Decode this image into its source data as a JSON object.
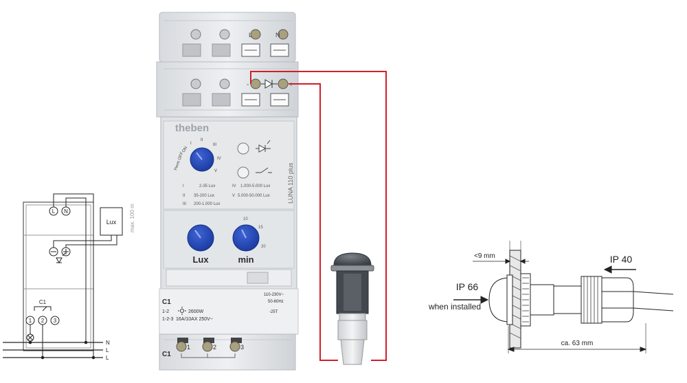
{
  "wiring_diagram": {
    "terminal_L": "L",
    "terminal_N": "N",
    "sensor_box": "Lux",
    "distance_note": "max. 100 m",
    "contact_group": "C1",
    "contacts": [
      "1",
      "2",
      "3"
    ],
    "rails": [
      "N",
      "L",
      "L"
    ]
  },
  "device": {
    "brand": "theben",
    "terminal_top_L": "L",
    "terminal_top_N": "N",
    "polarity_minus": "-",
    "polarity_plus": "+",
    "model": "LUNA 110 plus",
    "mode_dial": {
      "perm_off": "Perm OFF",
      "perm_on": "ON",
      "positions": [
        "I",
        "II",
        "III",
        "IV",
        "V"
      ]
    },
    "ranges": [
      {
        "label": "I",
        "value": "2-35 Lux"
      },
      {
        "label": "II",
        "value": "35-200 Lux"
      },
      {
        "label": "III",
        "value": "200-1.000 Lux"
      },
      {
        "label": "IV",
        "value": "1.000-5.000 Lux"
      },
      {
        "label": "V",
        "value": "5.000-50.000 Lux"
      }
    ],
    "lux_dial_label": "Lux",
    "min_dial_label": "min",
    "min_scale": [
      "10",
      "15",
      "20"
    ],
    "rating": {
      "channel": "C1",
      "contacts_12": "1-2",
      "contacts_123": "1-2-3",
      "lamp_rating": "2600W",
      "switch_rating": "16A/10AX 250V~"
    },
    "supply": {
      "voltage": "110-230V~",
      "frequency": "50-60Hz",
      "temperature": "-25T"
    },
    "bottom_channel": "C1",
    "bottom_terminals": [
      "1",
      "2",
      "3"
    ]
  },
  "mounting_diagram": {
    "wall_thickness": "<9 mm",
    "ip_installed": "IP 66",
    "when_installed": "when installed",
    "ip_cable": "IP 40",
    "length": "ca. 63 mm"
  }
}
